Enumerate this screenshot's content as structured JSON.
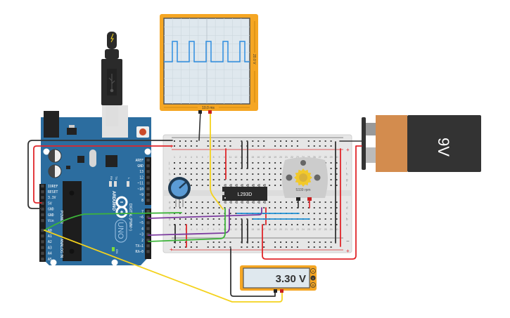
{
  "canvas": {
    "background": "#ffffff"
  },
  "oscilloscope": {
    "time_per_div": "10.0 ms",
    "volts_per_div": "20.0 V",
    "frame_color": "#f5a623",
    "trace_color": "#2f8ee0"
  },
  "multimeter": {
    "reading": "3.30 V",
    "mode_icons": [
      "ammeter-icon",
      "voltmeter-icon",
      "ohmmeter-icon"
    ],
    "mode_letters": [
      "A",
      "V",
      "Ω"
    ],
    "frame_color": "#f5a623"
  },
  "battery": {
    "label": "9V",
    "body_color": "#333333",
    "cap_color": "#d38c4e"
  },
  "motor": {
    "speed": "5339 rpm"
  },
  "ic": {
    "label": "L293D"
  },
  "arduino": {
    "brand": "ARDUINO",
    "model": "UNO",
    "power_header_title": "POWER",
    "analog_header_title": "ANALOG IN",
    "digital_header_title": "DIGITAL (PWM~)",
    "power_pins": [
      "IOREF",
      "RESET",
      "3.3V",
      "5V",
      "GND",
      "GND",
      "Vin"
    ],
    "analog_pins": [
      "A0",
      "A1",
      "A2",
      "A3",
      "A4",
      "A5"
    ],
    "digital_pins_top": [
      "AREF",
      "GND",
      "13",
      "12",
      "~11",
      "~10",
      "~9",
      "8"
    ],
    "digital_pins_bottom": [
      "7",
      "~6",
      "~5",
      "4",
      "~3",
      "2",
      "TX→1",
      "RX←0"
    ],
    "led_labels": [
      "RX",
      "TX",
      "L"
    ],
    "on_label": "ON",
    "board_color": "#2c6d9f"
  },
  "breadboard": {
    "row_labels_top": [
      "j",
      "i",
      "h",
      "g",
      "f"
    ],
    "row_labels_bottom": [
      "e",
      "d",
      "c",
      "b",
      "a"
    ],
    "rail_plus": "+",
    "rail_minus": "−"
  },
  "wire_colors": {
    "red": "#e0262a",
    "black": "#333333",
    "yellow": "#f4d21d",
    "green": "#3db43a",
    "purple": "#7b3a9e",
    "blue": "#1e8fd4"
  }
}
